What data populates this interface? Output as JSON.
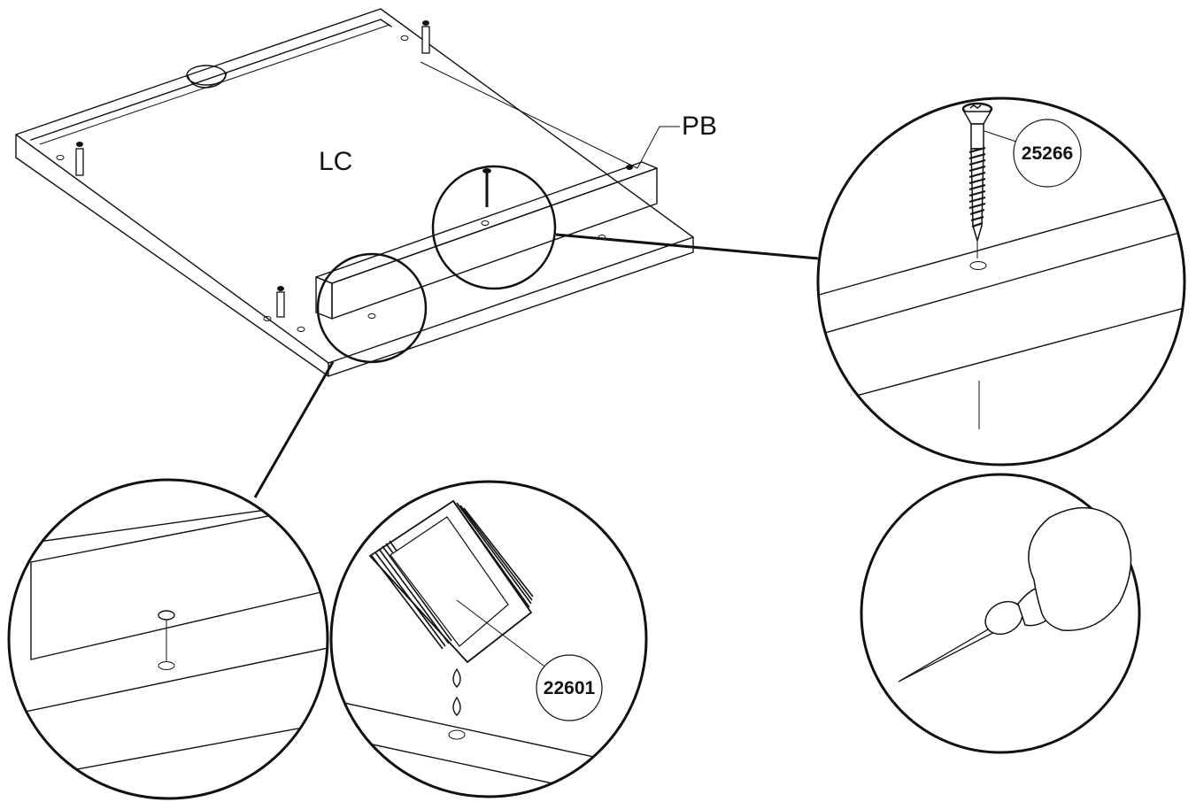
{
  "labels": {
    "panel": "LC",
    "rail": "PB"
  },
  "parts": {
    "screw": "25266",
    "glue": "22601"
  }
}
